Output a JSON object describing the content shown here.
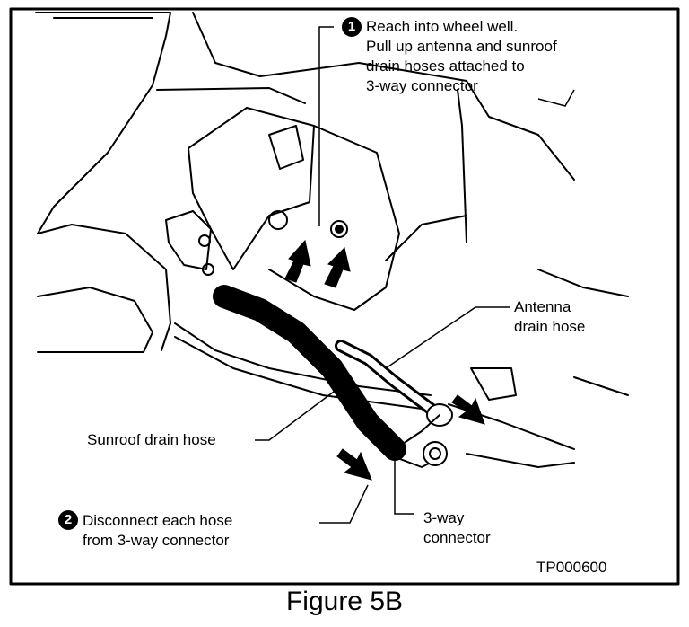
{
  "figure": {
    "caption": "Figure 5B",
    "code": "TP000600"
  },
  "steps": [
    {
      "number": "1",
      "lines": [
        "Reach into wheel well.",
        "Pull up antenna and sunroof",
        "drain hoses attached to",
        "3-way connector"
      ]
    },
    {
      "number": "2",
      "lines": [
        "Disconnect each hose",
        "from 3-way connector"
      ]
    }
  ],
  "labels": {
    "antenna_hose": [
      "Antenna",
      "drain hose"
    ],
    "sunroof_hose": "Sunroof drain hose",
    "connector": [
      "3-way",
      "connector"
    ]
  }
}
